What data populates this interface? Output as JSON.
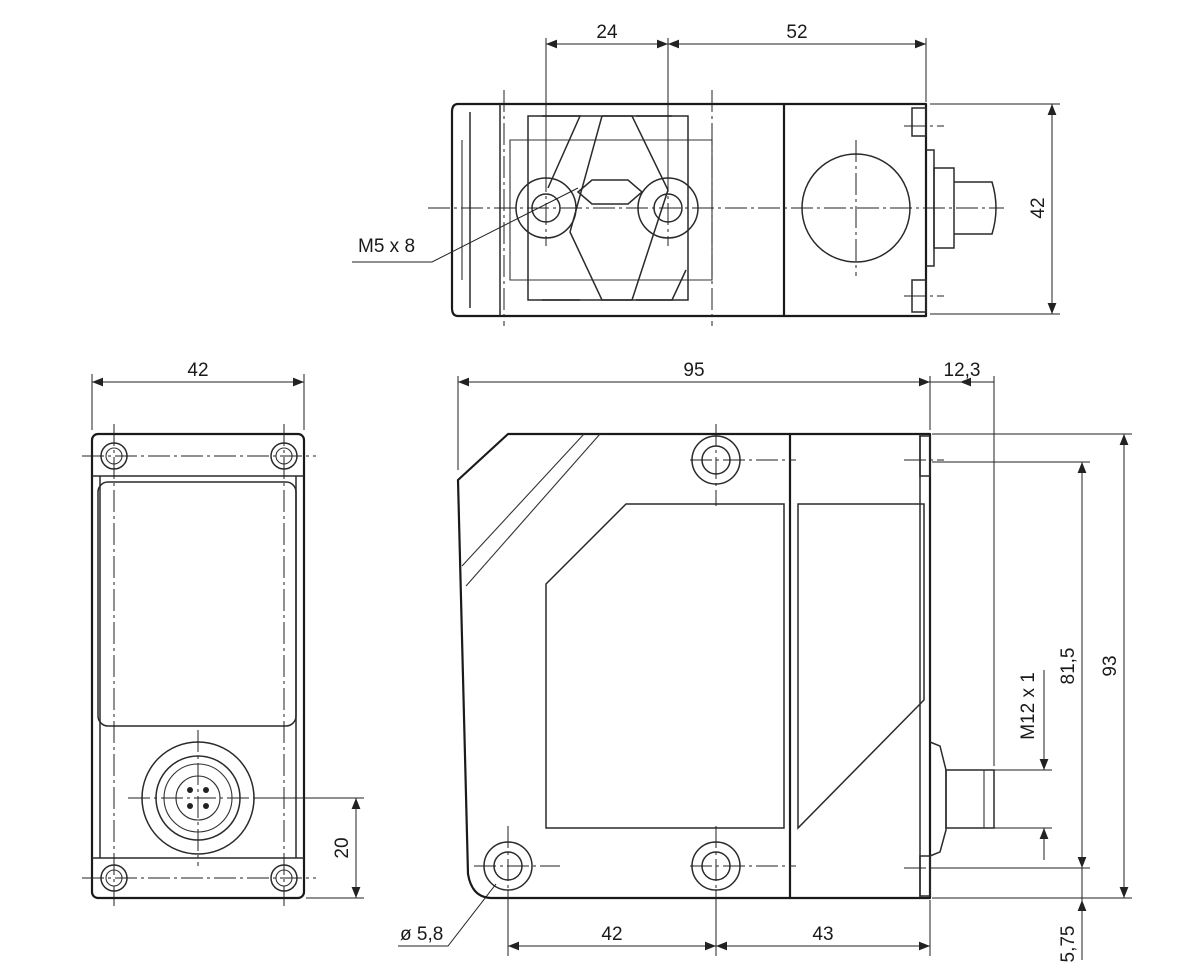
{
  "drawing": {
    "top_view": {
      "dim_hole_spacing": "24",
      "dim_hole_to_front": "52",
      "dim_width": "42",
      "thread_label": "M5 x 8"
    },
    "end_view": {
      "dim_width": "42",
      "dim_connector_height": "20"
    },
    "side_view": {
      "dim_length": "95",
      "dim_connector_protrusion": "12,3",
      "dim_height": "93",
      "dim_hole_vertical_spacing": "81,5",
      "connector_thread": "M12 x 1",
      "hole_diameter": "ø 5,8",
      "dim_hole_spacing_left": "42",
      "dim_hole_spacing_right": "43",
      "dim_bottom_offset": "5,75"
    }
  }
}
